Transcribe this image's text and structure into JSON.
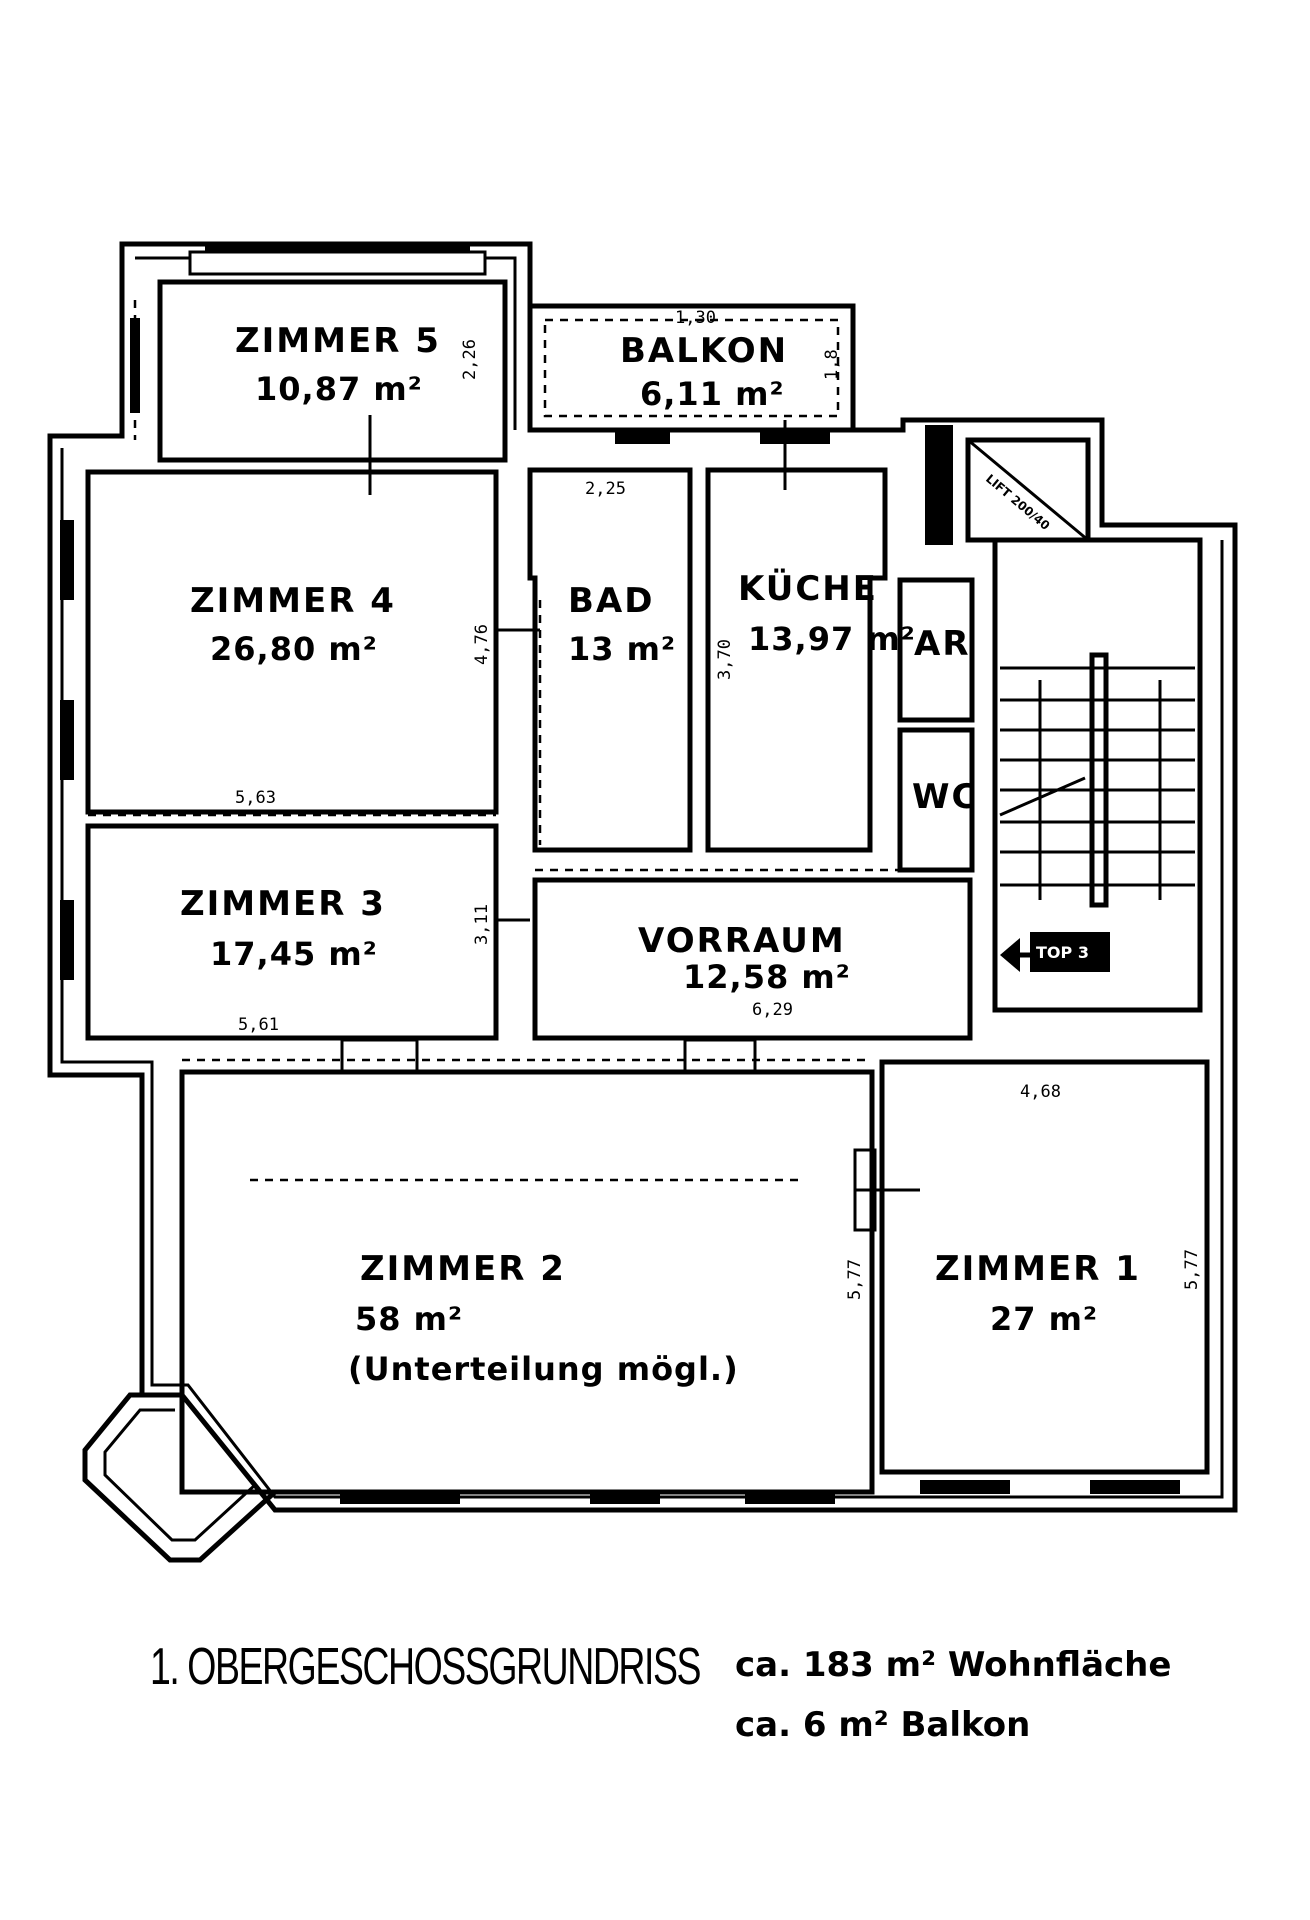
{
  "rooms": {
    "zimmer5": {
      "name": "ZIMMER 5",
      "area": "10,87 m²",
      "dim": "2,26"
    },
    "balkon": {
      "name": "BALKON",
      "area": "6,11 m²",
      "dim_top": "1,30",
      "dim_side": "1,8"
    },
    "zimmer4": {
      "name": "ZIMMER 4",
      "area": "26,80 m²",
      "dim_w": "5,63",
      "dim_h": "4,76"
    },
    "bad": {
      "name": "BAD",
      "area": "13 m²",
      "dim": "2,25"
    },
    "kueche": {
      "name": "KÜCHE",
      "area": "13,97 m²",
      "dim": "3,70"
    },
    "ar": {
      "name": "AR"
    },
    "wc": {
      "name": "WC"
    },
    "lift": {
      "name": "LIFT 200/40"
    },
    "zimmer3": {
      "name": "ZIMMER 3",
      "area": "17,45 m²",
      "dim_w": "5,61",
      "dim_h": "3,11"
    },
    "vorraum": {
      "name": "VORRAUM",
      "area": "12,58 m²",
      "dim": "6,29"
    },
    "top": {
      "label": "TOP 3"
    },
    "zimmer2": {
      "name": "ZIMMER 2",
      "area": "58 m²",
      "note": "(Unterteilung mögl.)",
      "dim": "5,77"
    },
    "zimmer1": {
      "name": "ZIMMER 1",
      "area": "27 m²",
      "dim_w": "4,68",
      "dim_h": "5,77"
    }
  },
  "footer": {
    "title": "1. OBERGESCHOSSGRUNDRISS",
    "summary_line1": "ca. 183 m² Wohnfläche",
    "summary_line2": "ca. 6 m² Balkon"
  }
}
